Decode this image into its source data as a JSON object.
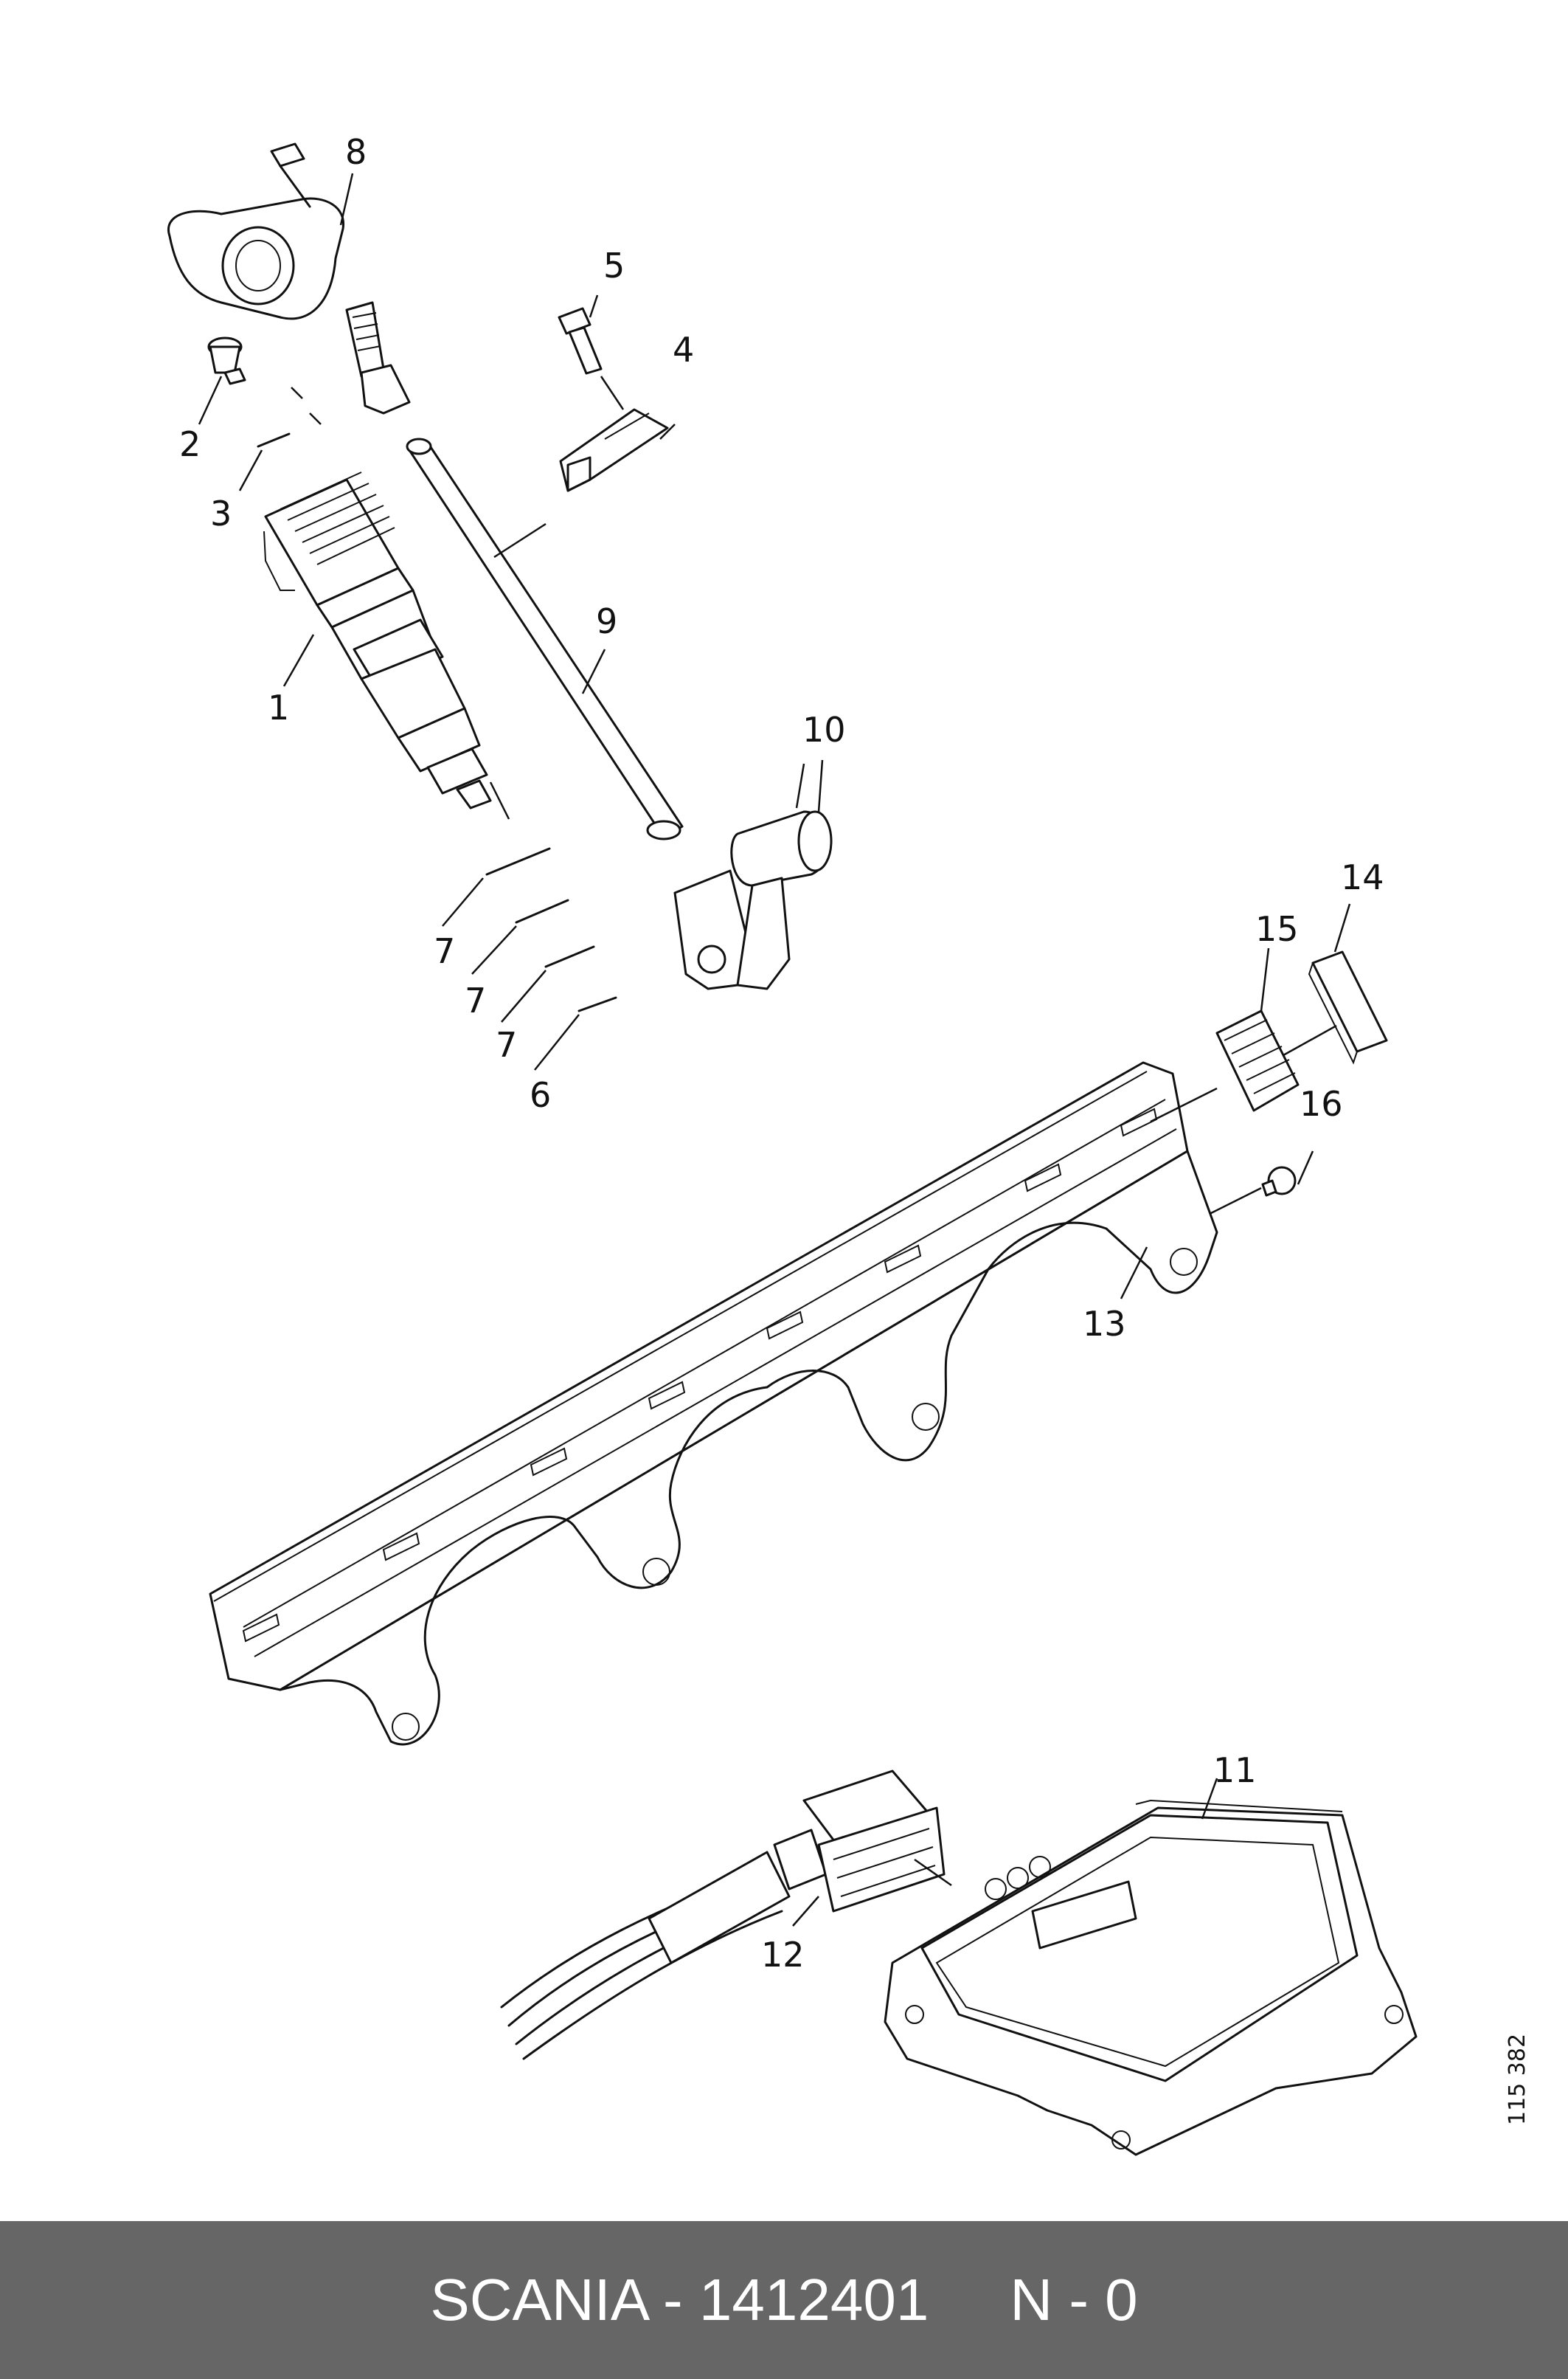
{
  "callouts": {
    "n1": "1",
    "n2": "2",
    "n3": "3",
    "n4": "4",
    "n5": "5",
    "n6": "6",
    "n7a": "7",
    "n7b": "7",
    "n7c": "7",
    "n8": "8",
    "n9": "9",
    "n10": "10",
    "n11": "11",
    "n12": "12",
    "n13": "13",
    "n14": "14",
    "n15": "15",
    "n16": "16"
  },
  "drawing_ref": "115 382",
  "footer": {
    "brand": "SCANIA - 1412401",
    "code": "N - 0",
    "background": "#666666"
  }
}
